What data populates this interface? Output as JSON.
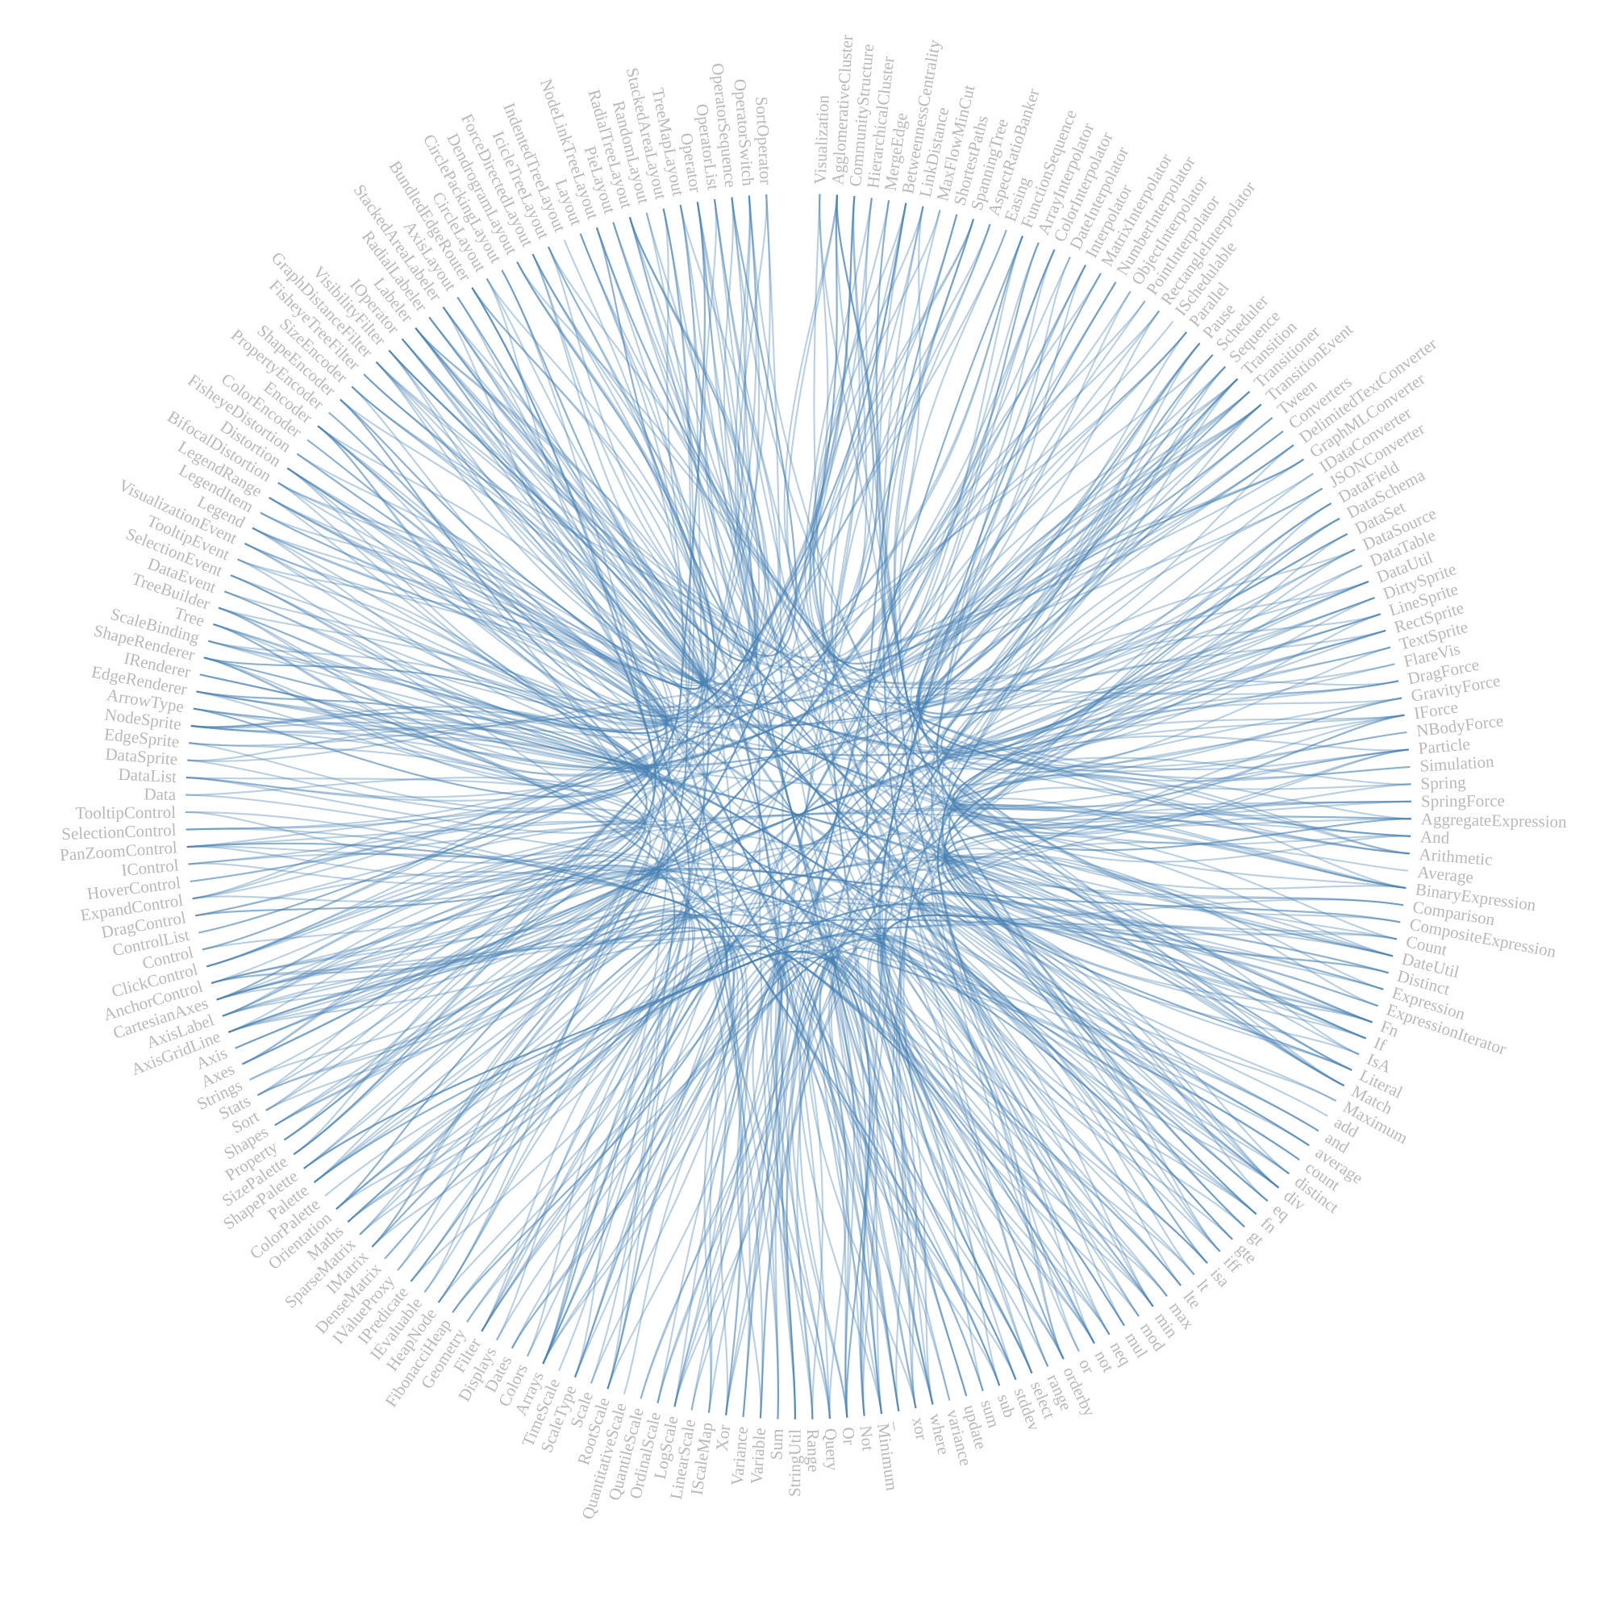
{
  "diagram": {
    "type": "hierarchical-edge-bundling",
    "colors": {
      "link": "#4682b4",
      "label": "#b9b9b9",
      "background": "#ffffff"
    },
    "nodes": [
      "Visualization",
      "AgglomerativeCluster",
      "CommunityStructure",
      "HierarchicalCluster",
      "MergeEdge",
      "BetweennessCentrality",
      "LinkDistance",
      "MaxFlowMinCut",
      "ShortestPaths",
      "SpanningTree",
      "AspectRatioBanker",
      "Easing",
      "FunctionSequence",
      "ArrayInterpolator",
      "ColorInterpolator",
      "DateInterpolator",
      "Interpolator",
      "MatrixInterpolator",
      "NumberInterpolator",
      "ObjectInterpolator",
      "PointInterpolator",
      "RectangleInterpolator",
      "ISchedulable",
      "Parallel",
      "Pause",
      "Scheduler",
      "Sequence",
      "Transition",
      "Transitioner",
      "TransitionEvent",
      "Tween",
      "Converters",
      "DelimitedTextConverter",
      "GraphMLConverter",
      "IDataConverter",
      "JSONConverter",
      "DataField",
      "DataSchema",
      "DataSet",
      "DataSource",
      "DataTable",
      "DataUtil",
      "DirtySprite",
      "LineSprite",
      "RectSprite",
      "TextSprite",
      "FlareVis",
      "DragForce",
      "GravityForce",
      "IForce",
      "NBodyForce",
      "Particle",
      "Simulation",
      "Spring",
      "SpringForce",
      "AggregateExpression",
      "And",
      "Arithmetic",
      "Average",
      "BinaryExpression",
      "Comparison",
      "CompositeExpression",
      "Count",
      "DateUtil",
      "Distinct",
      "Expression",
      "ExpressionIterator",
      "Fn",
      "If",
      "IsA",
      "Literal",
      "Match",
      "Maximum",
      "add",
      "and",
      "average",
      "count",
      "distinct",
      "div",
      "eq",
      "fn",
      "gt",
      "gte",
      "iff",
      "isa",
      "lt",
      "lte",
      "max",
      "min",
      "mod",
      "mul",
      "neq",
      "not",
      "or",
      "orderby",
      "range",
      "select",
      "stddev",
      "sub",
      "sum",
      "update",
      "variance",
      "where",
      "xor",
      "_",
      "Minimum",
      "Not",
      "Or",
      "Query",
      "Range",
      "StringUtil",
      "Sum",
      "Variable",
      "Variance",
      "Xor",
      "IScaleMap",
      "LinearScale",
      "LogScale",
      "OrdinalScale",
      "QuantileScale",
      "QuantitativeScale",
      "RootScale",
      "Scale",
      "ScaleType",
      "TimeScale",
      "Arrays",
      "Colors",
      "Dates",
      "Displays",
      "Filter",
      "Geometry",
      "FibonacciHeap",
      "HeapNode",
      "IEvaluable",
      "IPredicate",
      "IValueProxy",
      "DenseMatrix",
      "IMatrix",
      "SparseMatrix",
      "Maths",
      "Orientation",
      "ColorPalette",
      "Palette",
      "ShapePalette",
      "SizePalette",
      "Property",
      "Shapes",
      "Sort",
      "Stats",
      "Strings",
      "Axes",
      "Axis",
      "AxisGridLine",
      "AxisLabel",
      "CartesianAxes",
      "AnchorControl",
      "ClickControl",
      "Control",
      "ControlList",
      "DragControl",
      "ExpandControl",
      "HoverControl",
      "IControl",
      "PanZoomControl",
      "SelectionControl",
      "TooltipControl",
      "Data",
      "DataList",
      "DataSprite",
      "EdgeSprite",
      "NodeSprite",
      "ArrowType",
      "EdgeRenderer",
      "IRenderer",
      "ShapeRenderer",
      "ScaleBinding",
      "Tree",
      "TreeBuilder",
      "DataEvent",
      "SelectionEvent",
      "TooltipEvent",
      "VisualizationEvent",
      "Legend",
      "LegendItem",
      "LegendRange",
      "BifocalDistortion",
      "Distortion",
      "FisheyeDistortion",
      "ColorEncoder",
      "Encoder",
      "PropertyEncoder",
      "ShapeEncoder",
      "SizeEncoder",
      "FisheyeTreeFilter",
      "GraphDistanceFilter",
      "VisibilityFilter",
      "IOperator",
      "Labeler",
      "RadialLabeler",
      "StackedAreaLabeler",
      "AxisLayout",
      "BundledEdgeRouter",
      "CircleLayout",
      "CirclePackingLayout",
      "DendrogramLayout",
      "ForceDirectedLayout",
      "IcicleTreeLayout",
      "IndentedTreeLayout",
      "Layout",
      "NodeLinkTreeLayout",
      "PieLayout",
      "RadialTreeLayout",
      "RandomLayout",
      "StackedAreaLayout",
      "TreeMapLayout",
      "Operator",
      "OperatorList",
      "OperatorSequence",
      "OperatorSwitch",
      "SortOperator"
    ]
  }
}
